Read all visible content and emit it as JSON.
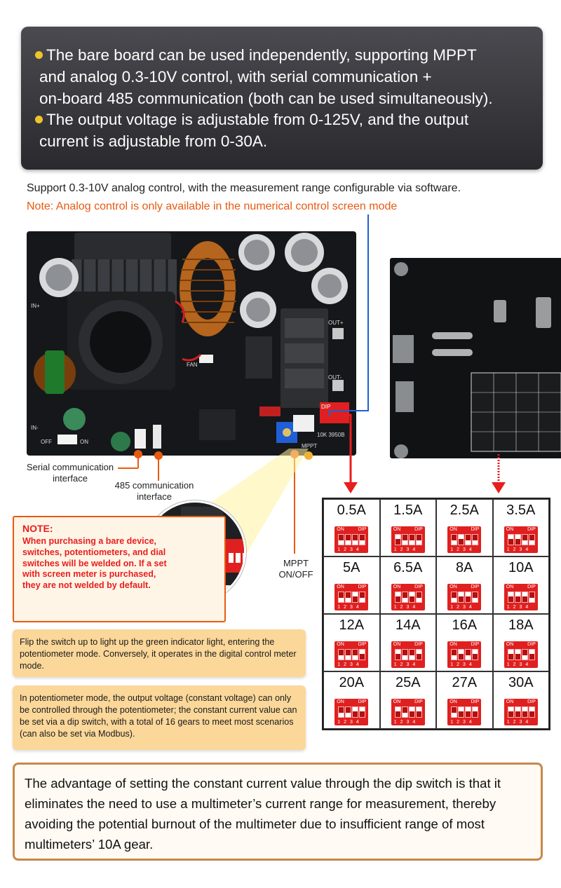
{
  "banner": {
    "lines": [
      "The bare board can be used independently, supporting MPPT",
      "and analog 0.3-10V control, with serial communication +",
      "on-board 485 communication (both can be used simultaneously).",
      "The output voltage is adjustable from 0-125V, and the output",
      "current is adjustable from 0-30A."
    ]
  },
  "support_text": "Support 0.3-10V analog control, with the measurement range configurable via software.",
  "note_text": "Note: Analog control is only available in the numerical control screen mode",
  "board_labels": {
    "in_plus": "IN+",
    "in_minus": "IN-",
    "out_plus": "OUT+",
    "out_minus": "OUT-",
    "fan": "FAN",
    "off": "OFF",
    "on": "ON",
    "dip": "DIP",
    "pot": "10K 3950B",
    "mppt": "MPPT"
  },
  "callouts": {
    "serial": "Serial communication interface",
    "rs485": "485 communication interface",
    "mppt_switch": "MPPT ON/OFF"
  },
  "note_box": {
    "title": "NOTE:",
    "body": "When purchasing a bare device, switches, potentiometers, and dial switches will be welded on. If a set with screen meter is purchased, they are not welded by default."
  },
  "info_1": "Flip the switch up to light up the green indicator light, entering the potentiometer mode. Conversely, it operates in the digital control meter mode.",
  "info_2": "In potentiometer mode, the output voltage (constant voltage) can only be controlled through the potentiometer; the constant current value can be set via a dip switch, with a total of 16 gears to meet most scenarios (can also be set via Modbus).",
  "dip_switch": {
    "on_label": "ON",
    "dip_label": "DIP",
    "numbers": "1234",
    "settings": [
      {
        "label": "0.5A",
        "up": [
          false,
          false,
          false,
          false
        ]
      },
      {
        "label": "1.5A",
        "up": [
          true,
          false,
          false,
          false
        ]
      },
      {
        "label": "2.5A",
        "up": [
          false,
          true,
          false,
          false
        ]
      },
      {
        "label": "3.5A",
        "up": [
          true,
          true,
          false,
          false
        ]
      },
      {
        "label": "5A",
        "up": [
          false,
          false,
          true,
          false
        ]
      },
      {
        "label": "6.5A",
        "up": [
          true,
          false,
          true,
          false
        ]
      },
      {
        "label": "8A",
        "up": [
          false,
          true,
          true,
          false
        ]
      },
      {
        "label": "10A",
        "up": [
          true,
          true,
          true,
          false
        ]
      },
      {
        "label": "12A",
        "up": [
          false,
          false,
          false,
          true
        ]
      },
      {
        "label": "14A",
        "up": [
          true,
          false,
          false,
          true
        ]
      },
      {
        "label": "16A",
        "up": [
          false,
          true,
          false,
          true
        ]
      },
      {
        "label": "18A",
        "up": [
          true,
          true,
          false,
          true
        ]
      },
      {
        "label": "20A",
        "up": [
          false,
          false,
          true,
          true
        ]
      },
      {
        "label": "25A",
        "up": [
          true,
          false,
          true,
          true
        ]
      },
      {
        "label": "27A",
        "up": [
          false,
          true,
          true,
          true
        ]
      },
      {
        "label": "30A",
        "up": [
          true,
          true,
          true,
          true
        ]
      }
    ]
  },
  "bottom_text": "The advantage of setting the constant current value through the dip switch is that it eliminates the need to use a multimeter’s current range for measurement, thereby avoiding the potential burnout of the multimeter due to insufficient range of most multimeters’ 10A gear.",
  "colors": {
    "accent_orange": "#e85a12",
    "arrow_red": "#e81e1e",
    "note_red": "#e81e1e",
    "dip_red": "#e02020",
    "bullet_yellow": "#f0c428",
    "connector_blue": "#1f5fd6",
    "info_box": "#fbd79a",
    "bottom_border": "#c9874a"
  }
}
